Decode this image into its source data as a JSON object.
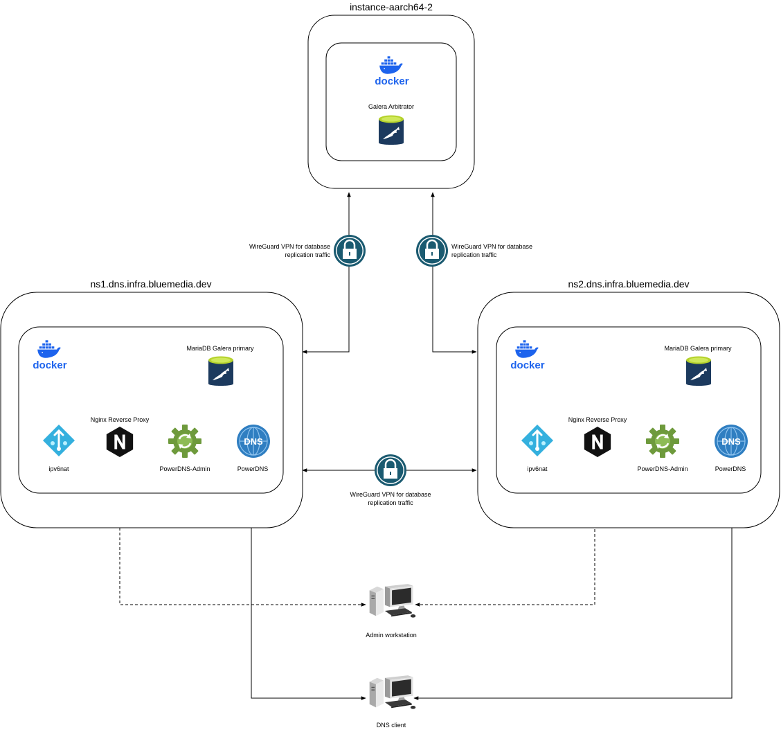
{
  "colors": {
    "docker_blue": "#1d63ed",
    "wireguard_teal": "#1a5a70",
    "mariadb_navy": "#1c3a5e",
    "mariadb_lime": "#b5d22b",
    "powerdns_admin_green": "#6e9a3c",
    "powerdns_blue": "#2f7ec1",
    "ipv6nat_cyan": "#34b0de"
  },
  "instance": {
    "title": "instance-aarch64-2",
    "docker_label": "docker",
    "arbitrator_label": "Galera Arbitrator"
  },
  "ns1": {
    "title": "ns1.dns.infra.bluemedia.dev",
    "docker_label": "docker",
    "mariadb_label": "MariaDB Galera primary",
    "nginx_label": "Nginx Reverse Proxy",
    "ipv6nat_label": "ipv6nat",
    "pdns_admin_label": "PowerDNS-Admin",
    "pdns_label": "PowerDNS",
    "dns_icon_text": "DNS"
  },
  "ns2": {
    "title": "ns2.dns.infra.bluemedia.dev",
    "docker_label": "docker",
    "mariadb_label": "MariaDB Galera primary",
    "nginx_label": "Nginx Reverse Proxy",
    "ipv6nat_label": "ipv6nat",
    "pdns_admin_label": "PowerDNS-Admin",
    "pdns_label": "PowerDNS",
    "dns_icon_text": "DNS"
  },
  "vpn_links": {
    "left": {
      "line1": "WireGuard VPN for database",
      "line2": "replication traffic"
    },
    "right": {
      "line1": "WireGuard VPN for database",
      "line2": "replication traffic"
    },
    "middle": {
      "line1": "WireGuard VPN for database",
      "line2": "replication traffic"
    }
  },
  "clients": {
    "admin_label": "Admin workstation",
    "dns_client_label": "DNS client"
  },
  "icons": {
    "docker": "docker-whale-icon",
    "mariadb": "mariadb-database-icon",
    "nginx": "nginx-icon",
    "ipv6nat": "ipv6nat-icon",
    "pdns_admin": "powerdns-admin-gear-icon",
    "pdns": "powerdns-globe-icon",
    "lock": "padlock-icon",
    "workstation": "computer-workstation-icon"
  }
}
